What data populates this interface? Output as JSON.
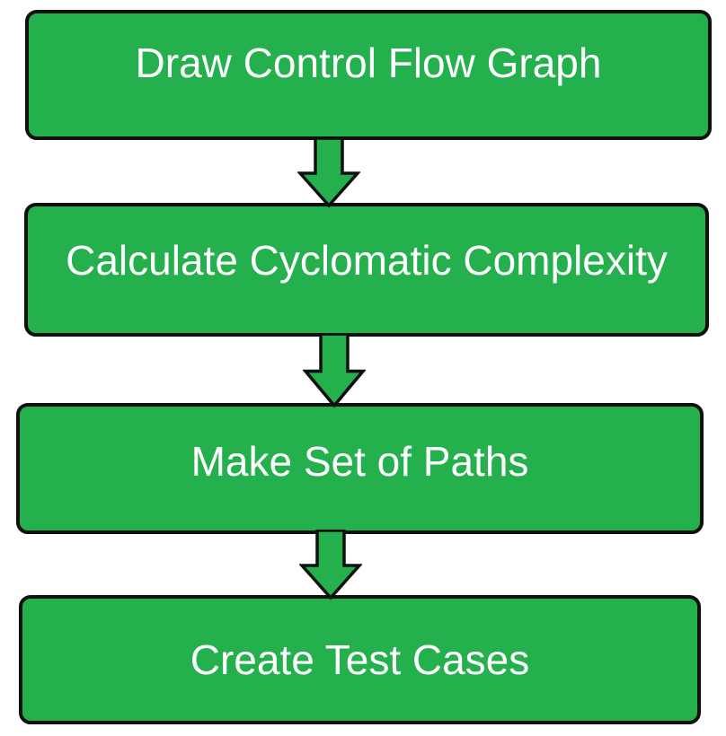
{
  "flowchart": {
    "description": "Basis path testing process flowchart",
    "steps": [
      {
        "label": "Draw Control Flow Graph"
      },
      {
        "label": "Calculate Cyclomatic Complexity"
      },
      {
        "label": "Make Set of Paths"
      },
      {
        "label": "Create Test Cases"
      }
    ],
    "connector": {
      "icon": "down-block-arrow",
      "count": 3
    },
    "colors": {
      "box_fill": "#24B04D",
      "box_border": "#101010",
      "label_text": "#FFFFFF",
      "arrow_fill": "#24B04D",
      "arrow_outline": "#101010",
      "background": "#FFFFFF"
    }
  }
}
